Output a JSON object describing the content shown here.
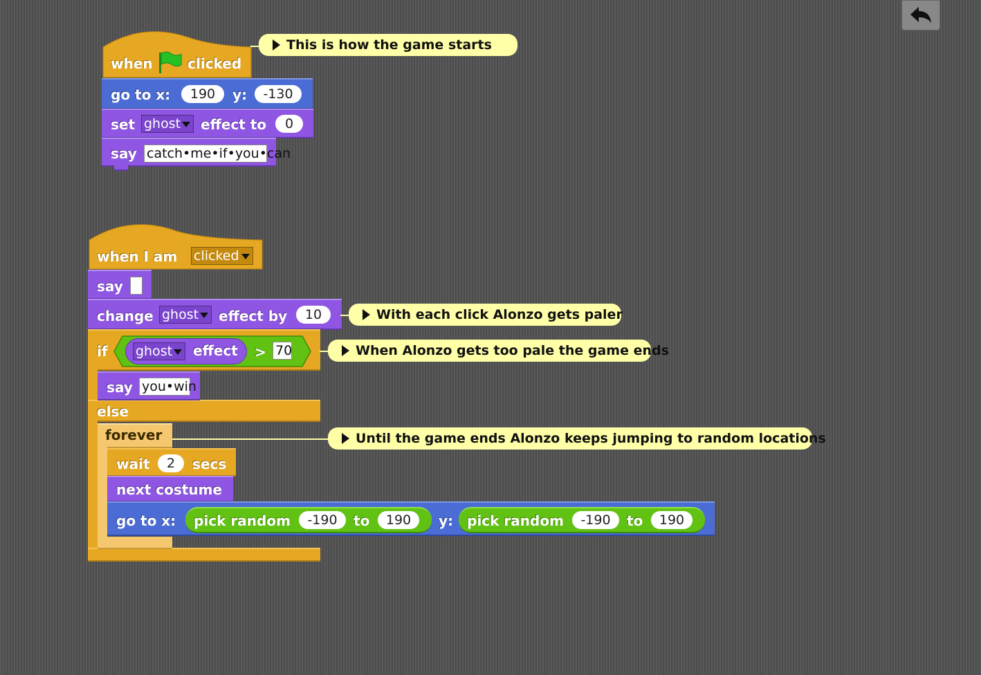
{
  "script1": {
    "hat_when": "when",
    "hat_clicked": "clicked",
    "goto_label": "go to x:",
    "goto_x": "190",
    "goto_y_label": "y:",
    "goto_y": "-130",
    "set_label": "set",
    "set_effect": "ghost",
    "set_to_label": "effect to",
    "set_value": "0",
    "say_label": "say",
    "say_text": "catch•me•if•you•can"
  },
  "script2": {
    "hat_label": "when I am",
    "hat_option": "clicked",
    "say_label": "say",
    "change_label": "change",
    "change_effect": "ghost",
    "change_by_label": "effect by",
    "change_value": "10",
    "if_label": "if",
    "cond_effect": "ghost",
    "cond_effect_label": "effect",
    "cond_op": ">",
    "cond_value": "70",
    "say_win_label": "say",
    "say_win_text": "you•win",
    "else_label": "else",
    "forever_label": "forever",
    "wait_label": "wait",
    "wait_value": "2",
    "wait_secs": "secs",
    "next_costume": "next costume",
    "goto_label": "go to x:",
    "pick1_label": "pick random",
    "pick1_from": "-190",
    "pick1_to_label": "to",
    "pick1_to": "190",
    "goto_y_label": "y:",
    "pick2_label": "pick random",
    "pick2_from": "-190",
    "pick2_to_label": "to",
    "pick2_to": "190"
  },
  "comments": {
    "c1": "This is how the game starts",
    "c2": "With each click Alonzo gets paler",
    "c3": "When Alonzo gets too pale the game ends",
    "c4": "Until the game ends Alonzo keeps jumping to random locations"
  },
  "icons": {
    "undo": "undo-arrow-icon",
    "flag": "green-flag-icon"
  },
  "colors": {
    "events": "#e6a822",
    "motion": "#4a6cd4",
    "looks": "#8f56e3",
    "operators": "#62c213",
    "comment": "#ffffa8"
  }
}
